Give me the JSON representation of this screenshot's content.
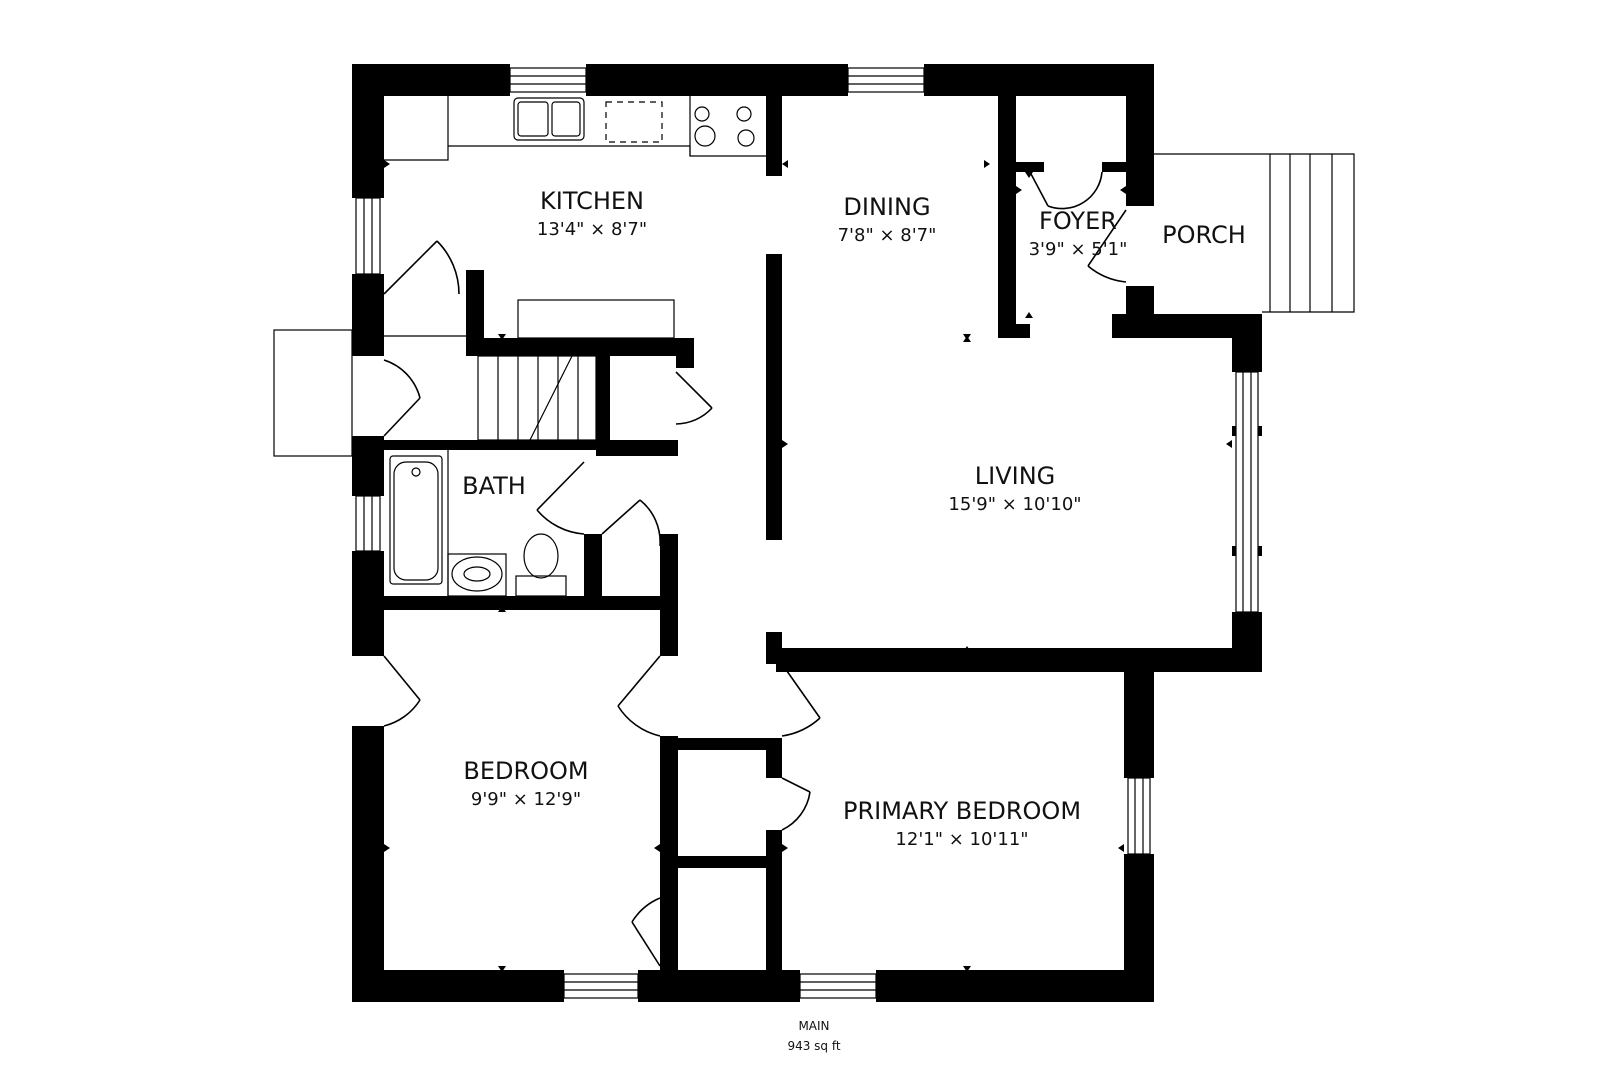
{
  "rooms": [
    {
      "id": "kitchen",
      "name": "KITCHEN",
      "dims": "13'4\" × 8'7\""
    },
    {
      "id": "dining",
      "name": "DINING",
      "dims": "7'8\" × 8'7\""
    },
    {
      "id": "foyer",
      "name": "FOYER",
      "dims": "3'9\" × 5'1\""
    },
    {
      "id": "porch",
      "name": "PORCH",
      "dims": ""
    },
    {
      "id": "bath",
      "name": "BATH",
      "dims": ""
    },
    {
      "id": "living",
      "name": "LIVING",
      "dims": "15'9\" × 10'10\""
    },
    {
      "id": "bedroom",
      "name": "BEDROOM",
      "dims": "9'9\" × 12'9\""
    },
    {
      "id": "primary_bedroom",
      "name": "PRIMARY BEDROOM",
      "dims": "12'1\" × 10'11\""
    }
  ],
  "floor": {
    "name": "MAIN",
    "area": "943 sq ft"
  }
}
